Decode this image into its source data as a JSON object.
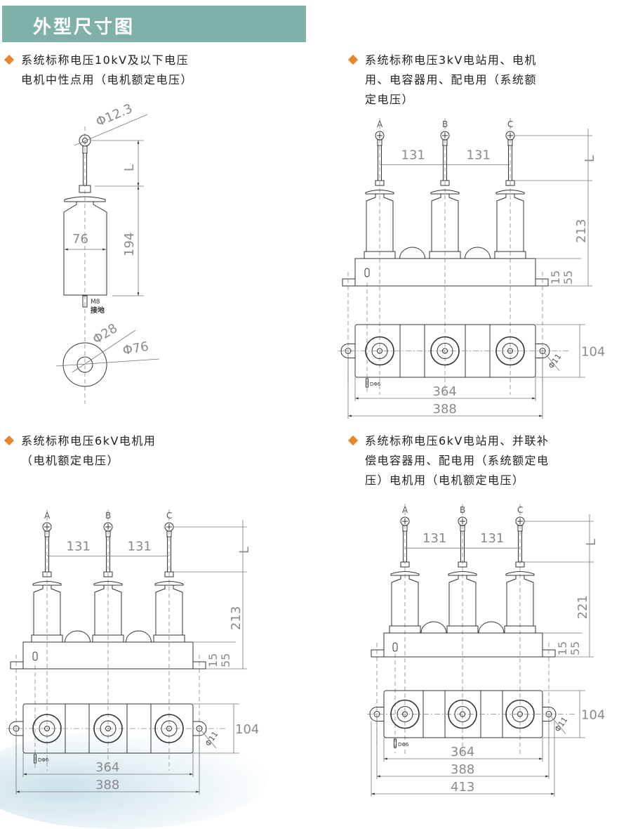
{
  "header": {
    "title": "外型尺寸图",
    "band_color": "#80b1a8"
  },
  "bullet_color": "#e8862a",
  "sections": [
    {
      "caption_lines": [
        "系统标称电压10kV及以下电压",
        "电机中性点用（电机额定电压）"
      ],
      "diagram": {
        "type": "single-phase",
        "dims": {
          "terminal_dia": "Φ12.3",
          "L": "L",
          "height": "194",
          "body_width": "76",
          "bolt": "M8",
          "ground": "接地",
          "inner_dia": "Φ28",
          "outer_dia": "Φ76"
        }
      }
    },
    {
      "caption_lines": [
        "系统标称电压3kV电站用、电机",
        "用、电容器用、配电用（系统额",
        "定电压）"
      ],
      "diagram": {
        "type": "three-phase",
        "phases": [
          "A",
          "B",
          "C"
        ],
        "dims": {
          "spacing_1": "131",
          "spacing_2": "131",
          "L": "L",
          "height": "213",
          "base_h1": "15",
          "base_h2": "55",
          "depth": "104",
          "hole": "Φ11",
          "ground_bolt": "DΦ6",
          "width_1": "364",
          "width_2": "388"
        }
      }
    },
    {
      "caption_lines": [
        "系统标称电压6kV电机用",
        "（电机额定电压）"
      ],
      "diagram": {
        "type": "three-phase",
        "phases": [
          "A",
          "B",
          "C"
        ],
        "dims": {
          "spacing_1": "131",
          "spacing_2": "131",
          "L": "L",
          "height": "213",
          "base_h1": "15",
          "base_h2": "55",
          "depth": "104",
          "hole": "Φ11",
          "ground_bolt": "DΦ6",
          "width_1": "364",
          "width_2": "388"
        }
      }
    },
    {
      "caption_lines": [
        "系统标称电压6kV电站用、并联补",
        "偿电容器用、配电用（系统额定电",
        "压）电机用（电机额定电压）"
      ],
      "diagram": {
        "type": "three-phase",
        "phases": [
          "A",
          "B",
          "C"
        ],
        "dims": {
          "spacing_1": "131",
          "spacing_2": "131",
          "L": "L",
          "height": "221",
          "base_h1": "15",
          "base_h2": "55",
          "depth": "104",
          "hole": "Φ11",
          "ground_bolt": "DΦ6",
          "width_1": "364",
          "width_2": "388",
          "width_3": "413"
        }
      }
    }
  ]
}
